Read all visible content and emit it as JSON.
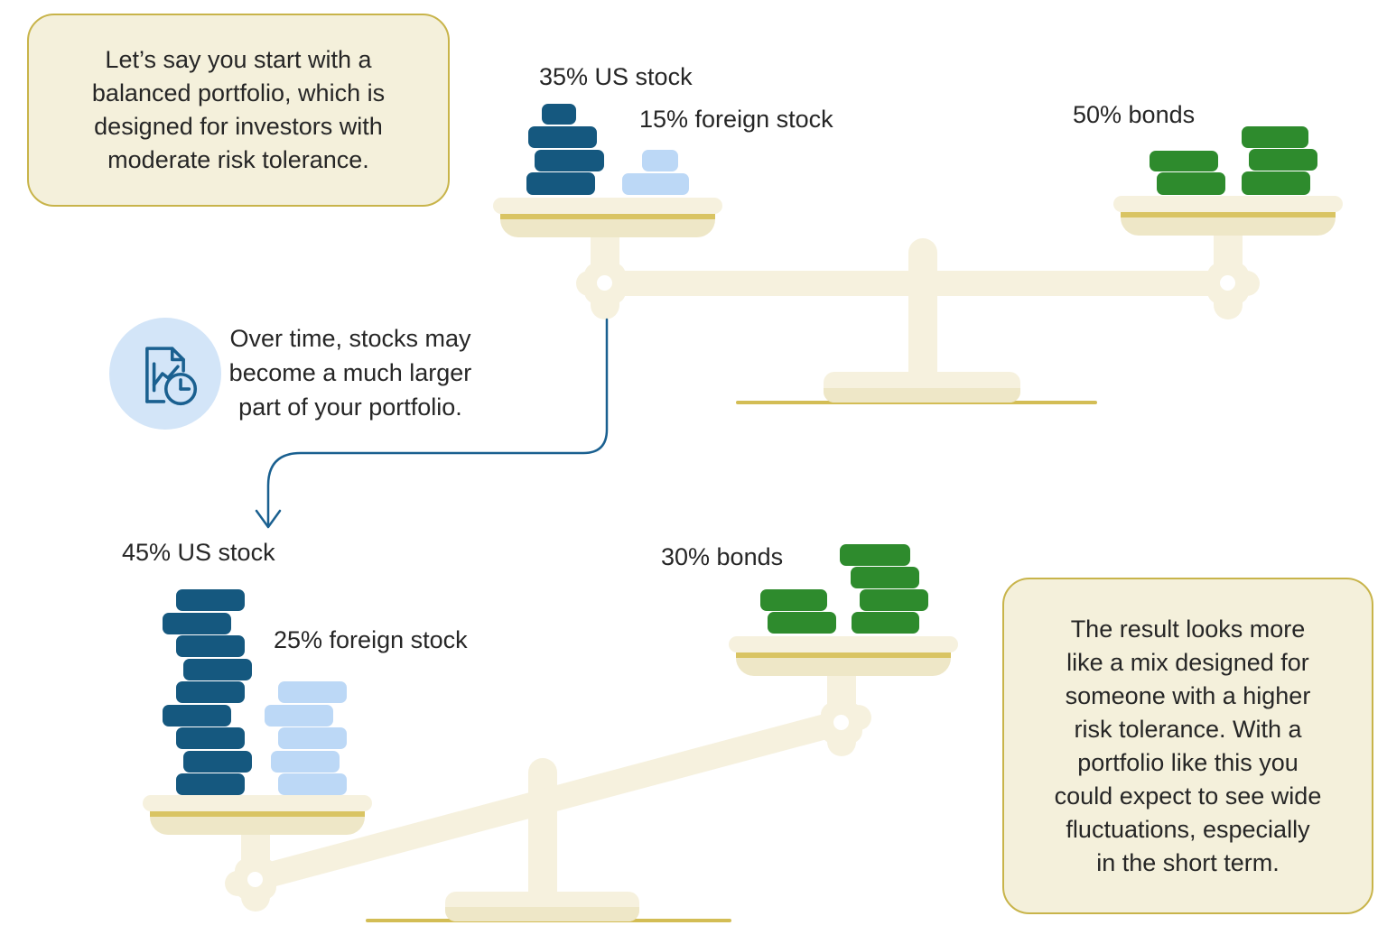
{
  "palette": {
    "ink": "#262626",
    "accent": "#1a6090",
    "cream": "#f6f1de",
    "cream_shade": "#eee7c7",
    "stripe_gold": "#d9c463",
    "floor_gold": "#d3bd55",
    "callout_bg": "#f4f0db",
    "callout_border": "#c8b44a",
    "icon_bg": "#d3e5f8",
    "us_stock": "#15587f",
    "foreign_stock": "#bcd8f6",
    "bonds": "#2e8b2d"
  },
  "callouts": {
    "intro": {
      "lines": [
        "Let’s say you start with a",
        "balanced portfolio, which is",
        "designed for investors with",
        "moderate risk tolerance."
      ]
    },
    "note": {
      "lines": [
        "Over time, stocks may",
        "become a much larger",
        "part of your portfolio."
      ]
    },
    "result": {
      "lines": [
        "The result looks more",
        "like a mix designed for",
        "someone with a higher",
        "risk tolerance. With a",
        "portfolio like this you",
        "could expect to see wide",
        "fluctuations, especially",
        "in the short term."
      ]
    }
  },
  "scales": {
    "before": {
      "us_stock_label": "35% US stock",
      "foreign_stock_label": "15% foreign stock",
      "bonds_label": "50% bonds"
    },
    "after": {
      "us_stock_label": "45% US stock",
      "foreign_stock_label": "25% foreign stock",
      "bonds_label": "30% bonds"
    }
  },
  "allocations": {
    "before": {
      "us_stock_pct": 35,
      "foreign_stock_pct": 15,
      "bonds_pct": 50
    },
    "after": {
      "us_stock_pct": 45,
      "foreign_stock_pct": 25,
      "bonds_pct": 30
    }
  },
  "icons": {
    "chart_clock": "document-chart-with-clock"
  }
}
